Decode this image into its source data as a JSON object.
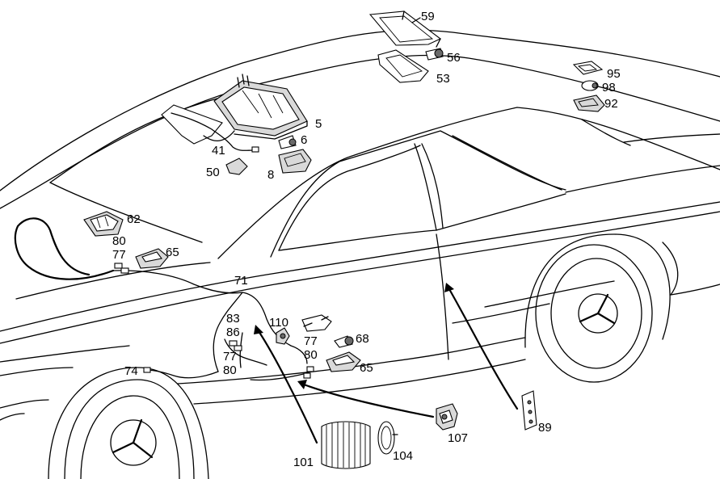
{
  "diagram": {
    "callouts": {
      "c5": "5",
      "c6": "6",
      "c8": "8",
      "c41": "41",
      "c50": "50",
      "c53": "53",
      "c56": "56",
      "c59": "59",
      "c62": "62",
      "c65a": "65",
      "c65b": "65",
      "c68": "68",
      "c71": "71",
      "c74": "74",
      "c77a": "77",
      "c77b": "77",
      "c77c": "77",
      "c80a": "80",
      "c80b": "80",
      "c80c": "80",
      "c83": "83",
      "c86": "86",
      "c89": "89",
      "c92": "92",
      "c95": "95",
      "c98": "98",
      "c101": "101",
      "c104": "104",
      "c107": "107",
      "c110": "110"
    }
  }
}
